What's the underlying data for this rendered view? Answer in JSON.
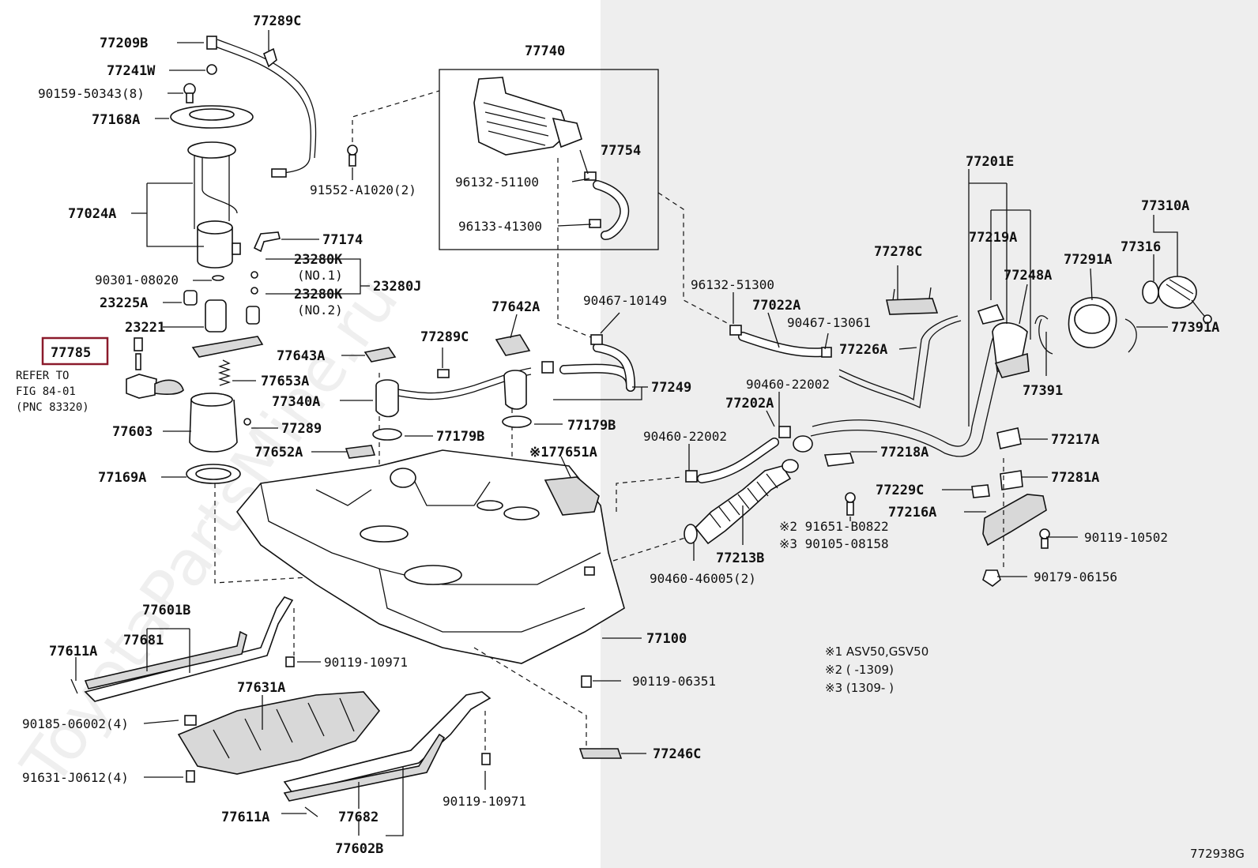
{
  "diagram_code": "772938G",
  "watermark": "ToyotaPartsMine.ru",
  "highlight": {
    "part": "77785",
    "color": "#8b1a2b"
  },
  "refer_note": [
    "REFER TO",
    "FIG 84-01",
    "(PNC 83320)"
  ],
  "notes": [
    "※1 ASV50,GSV50",
    "※2 (       -1309)",
    "※3 (1309-       )"
  ],
  "labels": {
    "l_77209B": "77209B",
    "l_77289C_top": "77289C",
    "l_77241W": "77241W",
    "l_90159": "90159-50343(8)",
    "l_77168A": "77168A",
    "l_77024A": "77024A",
    "l_77174": "77174",
    "l_23280K1": "23280K",
    "l_no1": "(NO.1)",
    "l_23280K2": "23280K",
    "l_no2": "(NO.2)",
    "l_23280J": "23280J",
    "l_90301": "90301-08020",
    "l_23225A": "23225A",
    "l_23221": "23221",
    "l_77653A": "77653A",
    "l_77603": "77603",
    "l_77289": "77289",
    "l_77169A": "77169A",
    "l_77740": "77740",
    "l_77754": "77754",
    "l_96132_51100": "96132-51100",
    "l_96133": "96133-41300",
    "l_91552": "91552-A1020(2)",
    "l_77642A": "77642A",
    "l_77643A": "77643A",
    "l_77289C_mid": "77289C",
    "l_77340A": "77340A",
    "l_77179B_l": "77179B",
    "l_77179B_r": "77179B",
    "l_77652A": "77652A",
    "l_77651A": "※177651A",
    "l_90467_10149": "90467-10149",
    "l_77249": "77249",
    "l_96132_51300": "96132-51300",
    "l_77022A": "77022A",
    "l_90467_13061": "90467-13061",
    "l_77226A": "77226A",
    "l_77278C": "77278C",
    "l_77201E": "77201E",
    "l_77219A": "77219A",
    "l_77248A": "77248A",
    "l_77291A": "77291A",
    "l_77316": "77316",
    "l_77310A": "77310A",
    "l_77391A": "77391A",
    "l_77391": "77391",
    "l_90460_22002a": "90460-22002",
    "l_77202A": "77202A",
    "l_90460_22002b": "90460-22002",
    "l_77218A": "77218A",
    "l_77217A": "77217A",
    "l_77281A": "77281A",
    "l_77229C": "77229C",
    "l_77216A": "77216A",
    "l_91651": "※2 91651-B0822",
    "l_90105": "※3 90105-08158",
    "l_90119_10502": "90119-10502",
    "l_90179": "90179-06156",
    "l_77213B": "77213B",
    "l_90460_46005": "90460-46005(2)",
    "l_77100": "77100",
    "l_77601B": "77601B",
    "l_77681": "77681",
    "l_77611A_l": "77611A",
    "l_90119_10971a": "90119-10971",
    "l_77631A": "77631A",
    "l_90185": "90185-06002(4)",
    "l_91631": "91631-J0612(4)",
    "l_90119_06351": "90119-06351",
    "l_77246C": "77246C",
    "l_90119_10971b": "90119-10971",
    "l_77611A_b": "77611A",
    "l_77682": "77682",
    "l_77602B": "77602B"
  }
}
